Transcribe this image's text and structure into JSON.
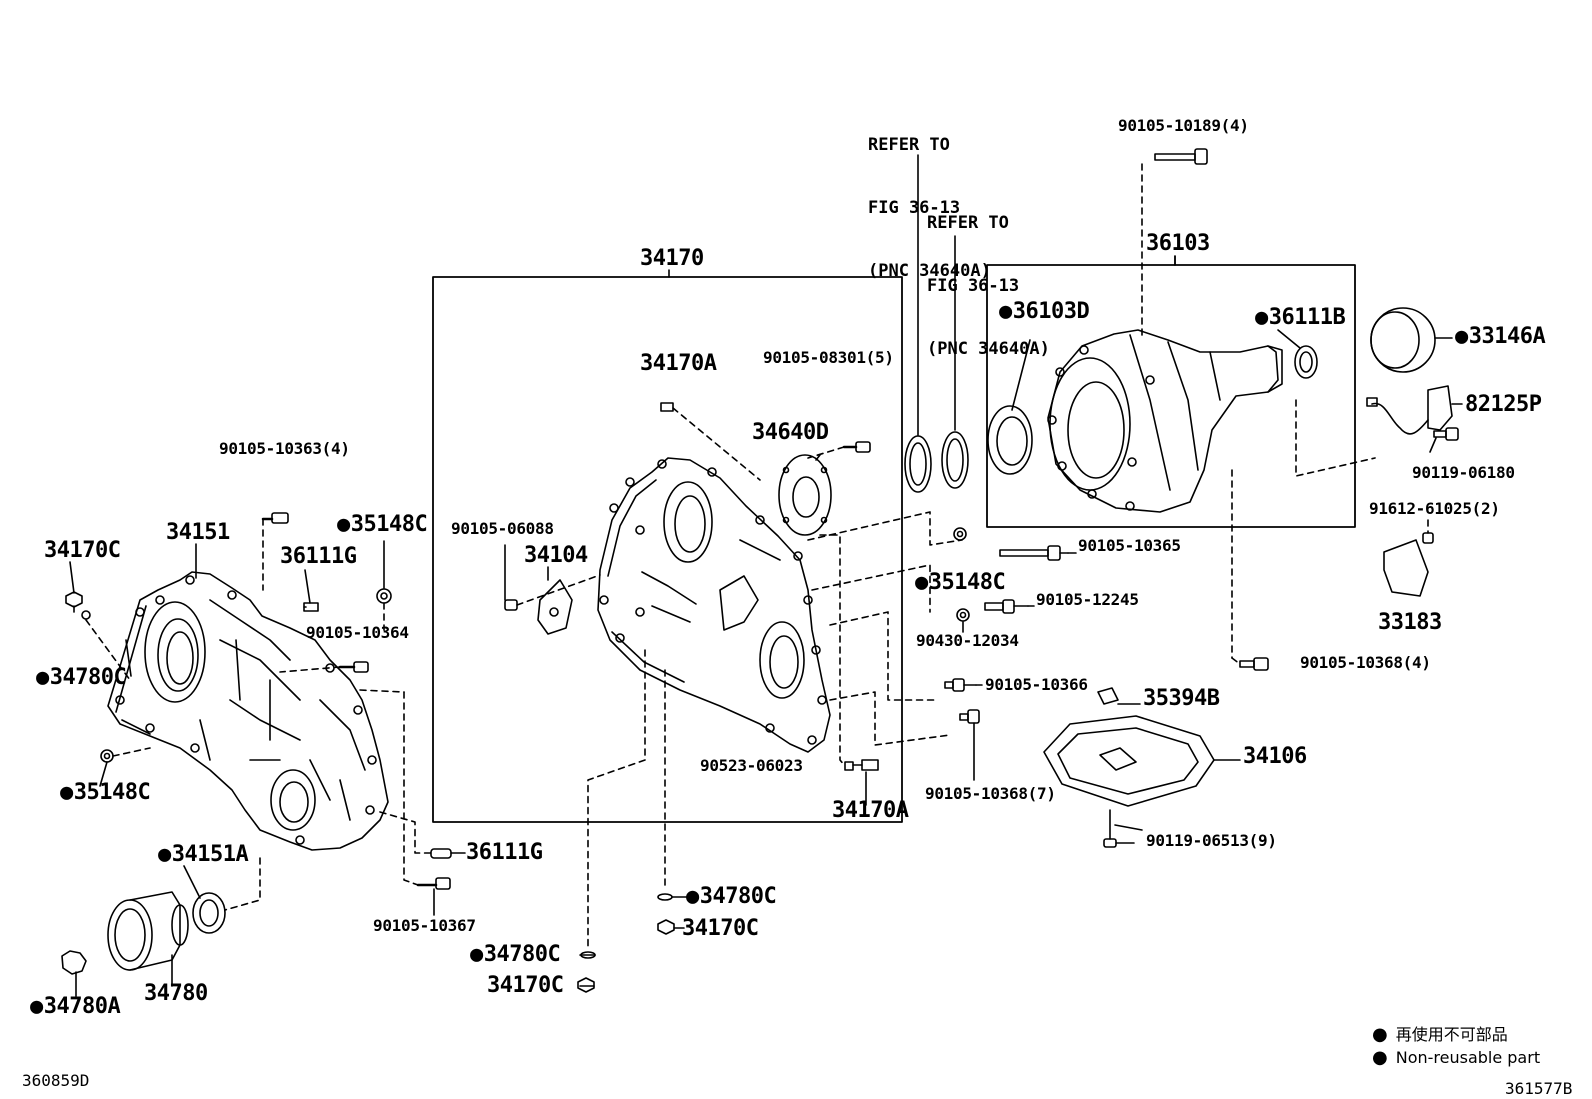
{
  "figure_codes": {
    "left": "360859D",
    "right": "361577B"
  },
  "references": [
    {
      "lines": [
        "REFER TO",
        "FIG 36-13",
        "(PNC 34640A)"
      ]
    },
    {
      "lines": [
        "REFER TO",
        "FIG 36-13",
        "(PNC 34640A)"
      ]
    }
  ],
  "groups": {
    "transfer_case_front": "34170",
    "extension_housing": "36103"
  },
  "labels": {
    "p34170c_a": "34170C",
    "p34151": "34151",
    "p90105_10363": "90105-10363(4)",
    "p36111g_a": "36111G",
    "p35148c_a": "35148C",
    "p34780c_a": "34780C",
    "p90105_10364": "90105-10364",
    "p35148c_b": "35148C",
    "p34151a": "34151A",
    "p34780a": "34780A",
    "p34780": "34780",
    "p36111g_b": "36111G",
    "p90105_10367": "90105-10367",
    "p34170a_a": "34170A",
    "p90105_08301": "90105-08301(5)",
    "p34640d": "34640D",
    "p90105_06088": "90105-06088",
    "p34104": "34104",
    "p90523_06023": "90523-06023",
    "p34170a_b": "34170A",
    "p34780c_b": "34780C",
    "p34170c_b": "34170C",
    "p34780c_c": "34780C",
    "p34170c_c": "34170C",
    "p90105_10189": "90105-10189(4)",
    "p36103d": "36103D",
    "p36111b": "36111B",
    "p33146a": "33146A",
    "p82125p": "82125P",
    "p90119_06180": "90119-06180",
    "p91612_61025": "91612-61025(2)",
    "p33183": "33183",
    "p90105_10365": "90105-10365",
    "p35148c_c": "35148C",
    "p90105_12245": "90105-12245",
    "p90430_12034": "90430-12034",
    "p90105_10368_4": "90105-10368(4)",
    "p90105_10366": "90105-10366",
    "p35394b": "35394B",
    "p34106": "34106",
    "p90105_10368_7": "90105-10368(7)",
    "p90119_06513": "90119-06513(9)"
  },
  "legend": {
    "symbol": "●",
    "items": [
      "再使用不可部品",
      "Non-reusable part"
    ]
  }
}
